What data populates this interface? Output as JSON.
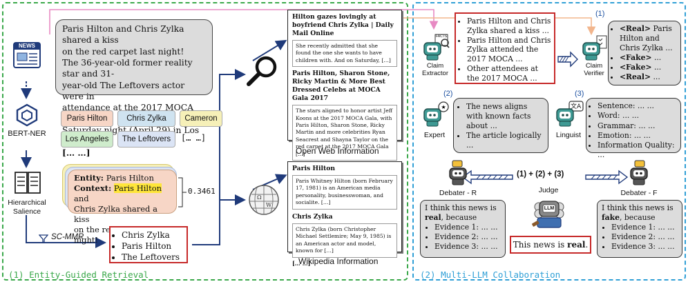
{
  "panels": {
    "left_label": "(1) Entity-Guided Retrieval",
    "right_label": "(2) Multi-LLM Collaboration"
  },
  "news": {
    "icon_text": "NEWS",
    "lines": [
      "Paris Hilton and Chris Zylka shared a kiss",
      "on the red carpet last night!",
      "The 36-year-old former reality star and 31-",
      "year-old The Leftovers actor were in",
      "attendance at the 2017 MOCA Gala on",
      "Saturday night (April 29) in Los Angeles.",
      "[… …]"
    ]
  },
  "bert_ner": {
    "label": "BERT-NER"
  },
  "entities": {
    "chips": [
      "Paris Hilton",
      "Chris Zylka",
      "Cameron",
      "Los Angeles",
      "The Leftovers"
    ],
    "ellipsis": "[… …]",
    "colors": [
      "#f7d6c6",
      "#cfe3f0",
      "#f6f0b8",
      "#cfeccc",
      "#dbe4f5"
    ]
  },
  "salience": {
    "label_line1": "Hierarchical",
    "label_line2": "Salience",
    "entity_label": "Entity:",
    "entity_value": "Paris Hilton",
    "context_label": "Context:",
    "context_highlight": "Paris Hilton",
    "context_rest1": " and",
    "context_rest2": "Chris Zylka shared a kiss",
    "context_rest3": "on the red carpet last night!",
    "score": "0.3461"
  },
  "scmmr": {
    "label": "SC-MMR",
    "results": [
      "Chris Zylka",
      "Paris Hilton",
      "The Leftovers"
    ]
  },
  "open_web": {
    "caption": "Open Web Information",
    "title1": "Hilton gazes lovingly at boyfriend Chris Zylka | Daily Mail Online",
    "snippet1": "She recently admitted that she found the one she wants to have children with. And on Saturday, […]",
    "title2": "Paris Hilton, Sharon Stone, Ricky Martin & More Best Dressed Celebs at MOCA Gala 2017",
    "snippet2": "The stars aligned to honor artist Jeff Koons at the 2017 MOCA Gala, with Paris Hilton, Sharon Stone, Ricky Martin and more celebrities Ryan Seacrest and Shayna Taylor on the red carpet at the 2017 MOCA Gala […]",
    "more": "[… …]"
  },
  "wiki": {
    "caption": "Wikipedia Information",
    "title1": "Paris Hilton",
    "snippet1": "Paris Whitney Hilton (born February 17, 1981) is an American media personality, businesswoman, and socialite. […]",
    "title2": "Chris Zylka",
    "snippet2": "Chris Zylka (born Christopher Michael Settlemire; May 9, 1985) is an American actor and model, known for […]",
    "more": "[… …]"
  },
  "claim_extractor": {
    "label_line1": "Claim",
    "label_line2": "Extractor",
    "facts_text": "FACTS",
    "claims": [
      "Paris Hilton and Chris Zylka shared a kiss ...",
      "Paris Hilton and Chris Zylka attended the 2017 MOCA ...",
      "Other attendees at the 2017 MOCA ..."
    ]
  },
  "claim_verifier": {
    "num": "(1)",
    "label_line1": "Claim",
    "label_line2": "Verifier",
    "items": [
      {
        "tag": "<Real>",
        "text": " Paris Hilton and Chris Zylka ..."
      },
      {
        "tag": "<Fake>",
        "text": " ..."
      },
      {
        "tag": "<Fake>",
        "text": " ..."
      },
      {
        "tag": "<Real>",
        "text": " ..."
      }
    ]
  },
  "expert": {
    "num": "(2)",
    "label": "Expert",
    "items": [
      "The news aligns with known facts about ...",
      "The article logically ..."
    ]
  },
  "linguist": {
    "num": "(3)",
    "label": "Linguist",
    "bubble_text": "文A",
    "items": [
      "Sentence: ... ...",
      "Word: ... ...",
      "Grammar: ... ...",
      "Emotion: ... ...",
      "Information Quality: ..."
    ]
  },
  "debate": {
    "formula": "(1) + (2) + (3)",
    "debater_r": "Debater - R",
    "debater_f": "Debater - F",
    "judge": "Judge",
    "judge_badge": "LLM",
    "r_intro1": "I think this news is",
    "r_verdict": "real",
    "r_intro2": ", because",
    "f_intro1": "I think this news is",
    "f_verdict": "fake",
    "f_intro2": ", because",
    "evidence": [
      "Evidence 1: ... ...",
      "Evidence 2: ... ...",
      "Evidence 3: ... ..."
    ],
    "final_prefix": "This news is ",
    "final_verdict": "real",
    "final_suffix": "."
  },
  "colors": {
    "green_dash": "#3aa84a",
    "blue_dash": "#2f9fd6",
    "pink_arrow": "#e78ac3",
    "orange_arrow": "#f2b58c",
    "navy_arrow": "#1f3a7a",
    "red_box": "#c62828",
    "robot_teal": "#3f9a94"
  }
}
